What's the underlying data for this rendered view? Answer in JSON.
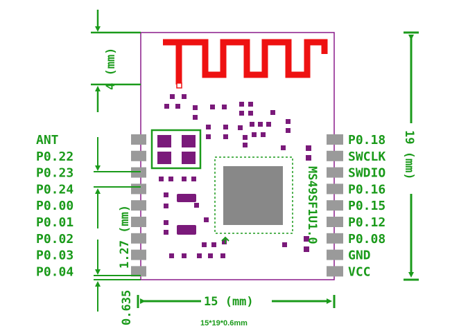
{
  "colors": {
    "accent_green": "#1a9a1a",
    "board_outline": "#8a1a8a",
    "component": "#7a1a7a",
    "antenna": "#ee1111",
    "pad": "#9a9a9a",
    "chip": "#888888"
  },
  "module": {
    "model": "MS49SF1U1.0",
    "spec": "15*19*0.6mm"
  },
  "dimensions": {
    "width": "15 (mm)",
    "height": "19 (mm)",
    "top_clearance": "4 (mm)",
    "pin_pitch": "1.27 (mm)",
    "pad_offset": "0.635"
  },
  "pins_left": [
    "ANT",
    "P0.22",
    "P0.23",
    "P0.24",
    "P0.00",
    "P0.01",
    "P0.02",
    "P0.03",
    "P0.04"
  ],
  "pins_right": [
    "P0.18",
    "SWCLK",
    "SWDIO",
    "P0.16",
    "P0.15",
    "P0.12",
    "P0.08",
    "GND",
    "VCC"
  ]
}
